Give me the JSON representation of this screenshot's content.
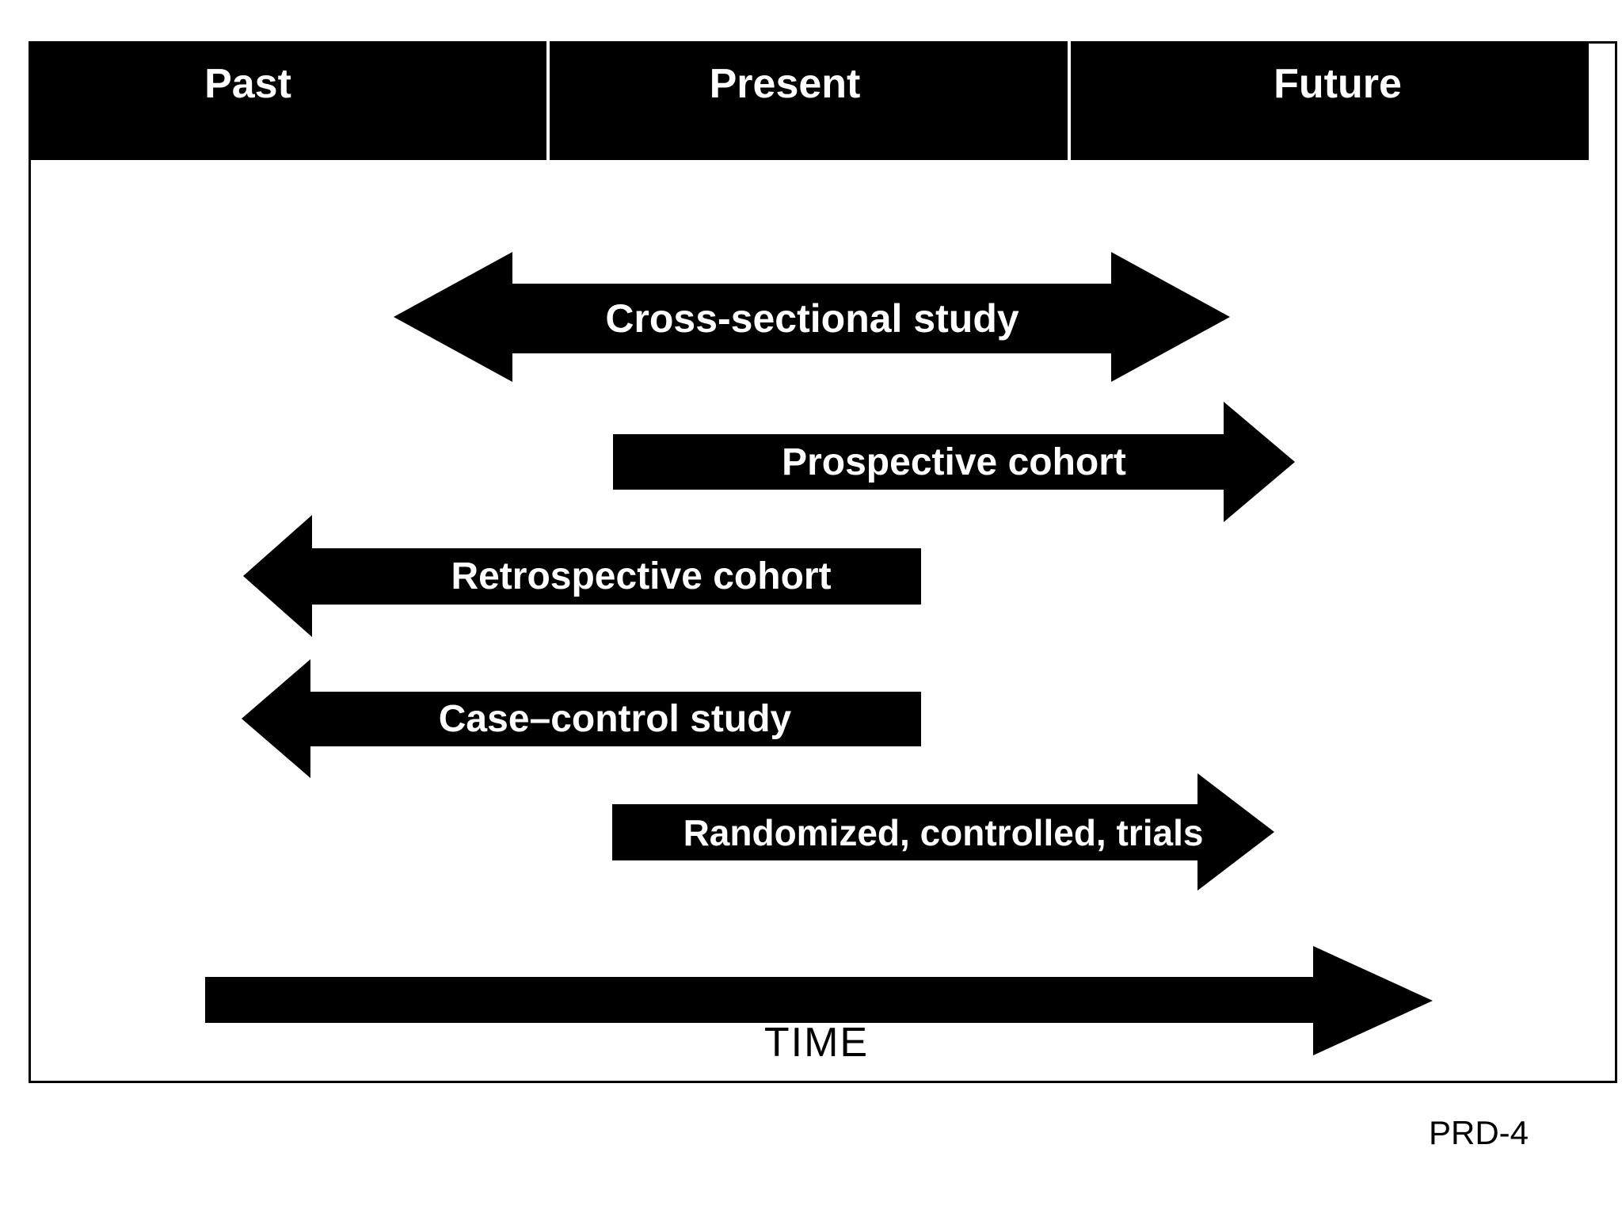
{
  "colors": {
    "background": "#ffffff",
    "arrow_fill": "#000000",
    "arrow_text": "#ffffff",
    "frame_border": "#000000",
    "header_background": "#000000",
    "header_text": "#ffffff",
    "page_text": "#000000"
  },
  "header": {
    "columns": [
      {
        "label": "Past"
      },
      {
        "label": "Present"
      },
      {
        "label": "Future"
      }
    ]
  },
  "arrows": [
    {
      "label": "Cross-sectional study",
      "direction": "both"
    },
    {
      "label": "Prospective cohort",
      "direction": "right"
    },
    {
      "label": "Retrospective cohort",
      "direction": "left"
    },
    {
      "label": "Case–control study",
      "direction": "left"
    },
    {
      "label": "Randomized, controlled, trials",
      "direction": "right"
    }
  ],
  "timeline": {
    "label": "TIME",
    "direction": "right"
  },
  "footer": {
    "slide_code": "PRD-4"
  }
}
